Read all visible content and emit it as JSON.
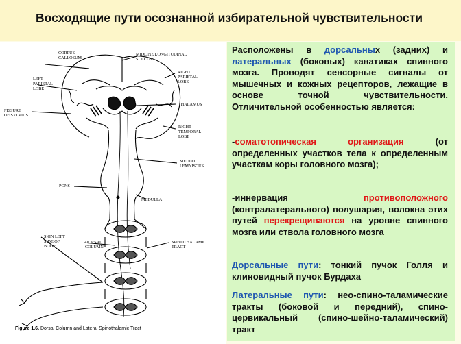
{
  "title": "Восходящие пути осознанной избирательной чувствительности",
  "figure": {
    "labels": {
      "corpus_callosum": "CORPUS\nCALLOSUM",
      "left_parietal": "LEFT\nPARIETAL\nLOBE",
      "fissure_sylvius": "FISSURE\nOF SYLVIUS",
      "midline_sulcus": "MIDLINE LONGITUDINAL\nSULCUS",
      "right_parietal": "RIGHT\nPARIETAL\nLOBE",
      "thalamus": "THALAMUS",
      "right_temporal": "RIGHT\nTEMPORAL\nLOBE",
      "medial_lemniscus": "MEDIAL\nLEMNISCUS",
      "pons": "PONS",
      "medulla": "MEDULLA",
      "skin_left": "SKIN LEFT\nSIDE OF\nBODY",
      "dorsal_column": "DORSAL\nCOLUMN",
      "spinothalamic": "SPINOTHALAMIC\nTRACT"
    },
    "caption_num": "Figure 1.6.",
    "caption_text": "Dorsal Column and Lateral Spinothalamic Tract"
  },
  "text": {
    "p1_a": "Расположены в ",
    "p1_b": "дорсальны",
    "p1_c": "х (задних) и ",
    "p1_d": "латеральных",
    "p1_e": " (боковых) канатиках спинного мозга. Проводят сенсорные сигналы от мышечных и кожных рецепторов, лежащие в основе точной чувствительности. Отличительной особенностью является:",
    "p2_a": "-",
    "p2_b": "соматотопическая организация",
    "p2_c": " (от определенных участков тела к определенным участкам коры головного мозга);",
    "p3_a": "-иннервация ",
    "p3_b": "противоположного",
    "p3_c": " (контралатерального) полушария, волокна этих путей ",
    "p3_d": "перекрещиваются",
    "p3_e": " на уровне спинного мозга или ствола головного мозга",
    "p4_a": "Дорсальные пути",
    "p4_b": ": тонкий пучок Голля и клиновидный пучок Бурдаха",
    "p5_a": "Латеральные пути",
    "p5_b": ": нео-спино-таламические тракты (боковой и передний), спино-цервикальный (спино-шейно-таламический) тракт"
  },
  "colors": {
    "title_bg": "#fdf6c9",
    "panel_bg": "#d8f7c4",
    "blue": "#1f57b0",
    "red": "#e01818"
  }
}
